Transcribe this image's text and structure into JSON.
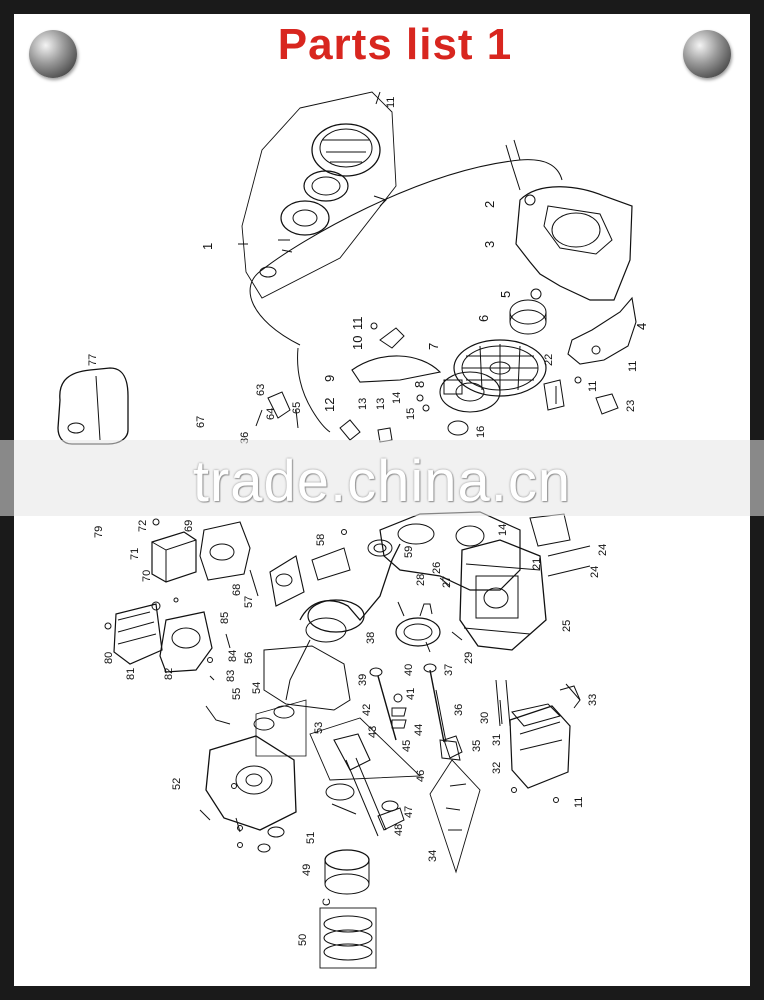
{
  "title": "Parts list 1",
  "watermark": "trade.china.cn",
  "colors": {
    "title": "#d8261f",
    "frame": "#1a1a1a",
    "background": "#ffffff",
    "line": "#111111"
  },
  "corner_icons": [
    "gray-sphere-icon",
    "gray-sphere-icon"
  ],
  "callouts": {
    "c1": "1",
    "c2": "2",
    "c3": "3",
    "c4": "4",
    "c5": "5",
    "c6": "6",
    "c7": "7",
    "c8": "8",
    "c9": "9",
    "c10": "10",
    "c11a": "11",
    "c11b": "11",
    "c11c": "11",
    "c11d": "11",
    "c11e": "11",
    "c12": "12",
    "c13a": "13",
    "c13b": "13",
    "c14a": "14",
    "c14b": "14",
    "c15": "15",
    "c16": "16",
    "c21": "21",
    "c22": "22",
    "c23": "23",
    "c24a": "24",
    "c24b": "24",
    "c25": "25",
    "c26": "26",
    "c27": "27",
    "c28": "28",
    "c29": "29",
    "c30": "30",
    "c31": "31",
    "c32": "32",
    "c33": "33",
    "c34": "34",
    "c35": "35",
    "c36a": "36",
    "c36b": "36",
    "c37": "37",
    "c38": "38",
    "c39": "39",
    "c40": "40",
    "c41": "41",
    "c42": "42",
    "c43": "43",
    "c44": "44",
    "c45": "45",
    "c46": "46",
    "c47": "47",
    "c48": "48",
    "c49": "49",
    "c50": "50",
    "c51": "51",
    "c52": "52",
    "c53": "53",
    "c54": "54",
    "c55": "55",
    "c56": "56",
    "c57": "57",
    "c58": "58",
    "c59": "59",
    "c63": "63",
    "c64": "64",
    "c65": "65",
    "c67": "67",
    "c68": "68",
    "c69": "69",
    "c70": "70",
    "c71": "71",
    "c72": "72",
    "c77": "77",
    "c79": "79",
    "c80": "80",
    "c81": "81",
    "c82": "82",
    "c83": "83",
    "c84": "84",
    "c85": "85",
    "c_c": "C"
  }
}
